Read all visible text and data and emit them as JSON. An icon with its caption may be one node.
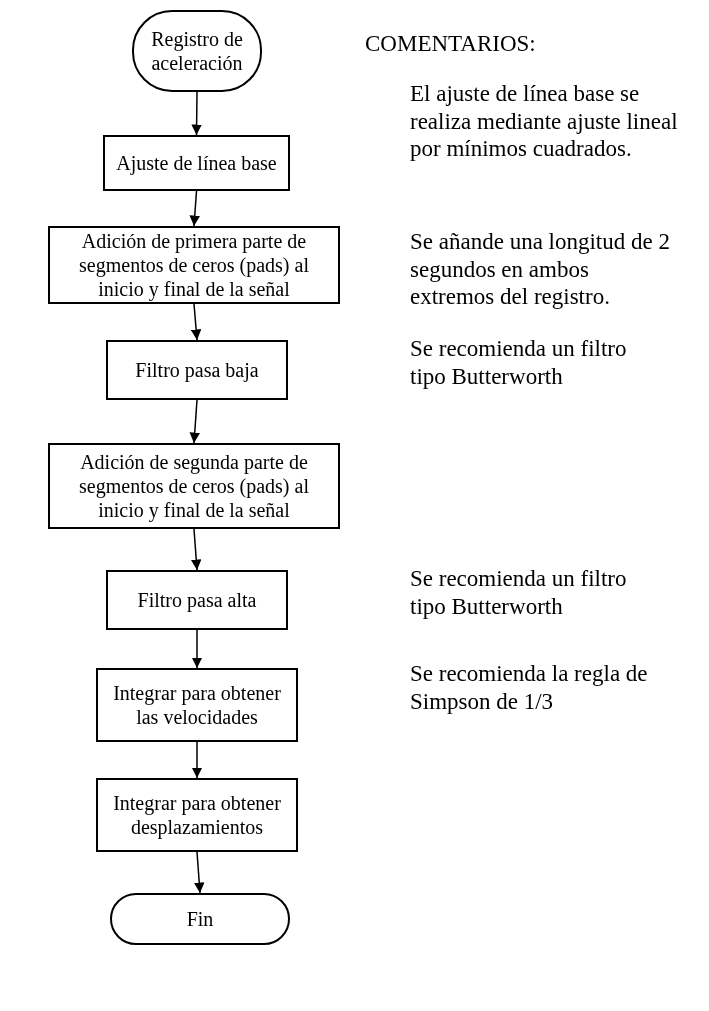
{
  "diagram": {
    "nodes": [
      {
        "text": [
          "Registro de aceleración"
        ]
      },
      {
        "text": [
          "Ajuste de línea base"
        ]
      },
      {
        "text": [
          "Adición de primera parte de segmentos de ceros (pads) al inicio y final de la señal"
        ]
      },
      {
        "text": [
          "Filtro pasa baja"
        ]
      },
      {
        "text": [
          "Adición de segunda parte de segmentos de ceros (pads) al inicio y final de la señal"
        ]
      },
      {
        "text": [
          "Filtro pasa alta"
        ]
      },
      {
        "text": [
          "Integrar para obtener las velocidades"
        ]
      },
      {
        "text": [
          "Integrar para obtener desplazamientos"
        ]
      },
      {
        "text": [
          "Fin"
        ]
      }
    ],
    "edges": [
      {
        "from": 0,
        "to": 1,
        "arrow": "to"
      },
      {
        "from": 1,
        "to": 2,
        "arrow": "to"
      },
      {
        "from": 2,
        "to": 3,
        "arrow": "to"
      },
      {
        "from": 3,
        "to": 4,
        "arrow": "to"
      },
      {
        "from": 4,
        "to": 5,
        "arrow": "to"
      },
      {
        "from": 5,
        "to": 6,
        "arrow": "to"
      },
      {
        "from": 6,
        "to": 7,
        "arrow": "to"
      },
      {
        "from": 7,
        "to": 8,
        "arrow": "to"
      }
    ],
    "labels": [
      "COMENTARIOS:",
      "El ajuste de línea base se realiza mediante ajuste lineal por mínimos cuadrados.",
      "Se añande una longitud de 2 segundos en ambos extremos del registro.",
      "Se recomienda un filtro tipo Butterworth",
      "Se recomienda un filtro tipo Butterworth",
      "Se recomienda la regla de Simpson de 1/3"
    ]
  }
}
